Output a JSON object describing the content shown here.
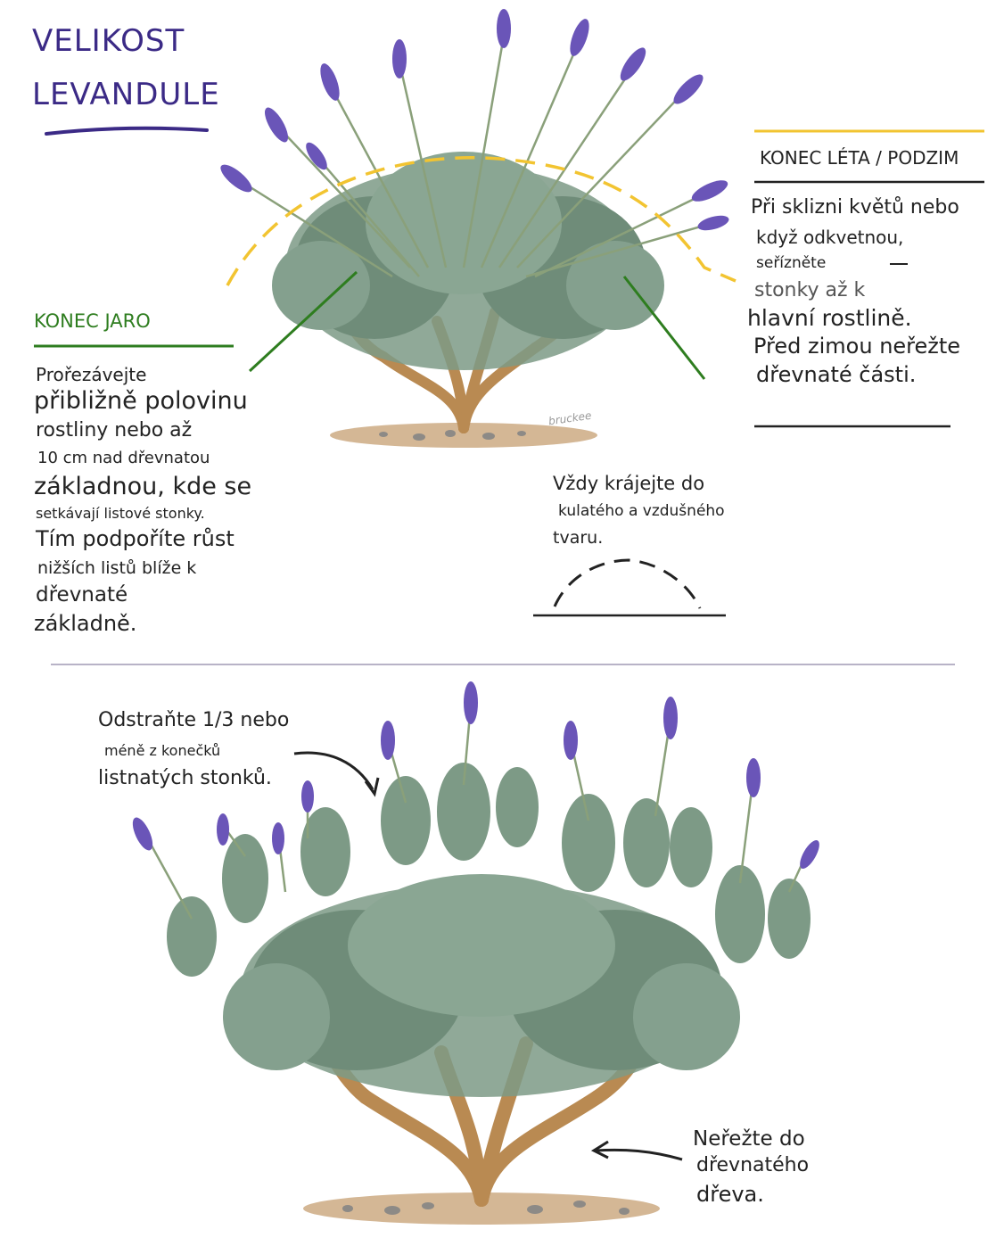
{
  "title": {
    "line1": "VELIKOST",
    "line2": "LEVANDULE"
  },
  "left_section": {
    "heading": "KONEC JARO",
    "lines": [
      "Prořezávejte",
      "přibližně polovinu",
      "rostliny nebo až",
      "10 cm nad dřevnatou",
      "základnou, kde se",
      "setkávají listové stonky.",
      "Tím podpoříte růst",
      "nižších listů blíže k",
      "dřevnaté",
      "základně."
    ]
  },
  "right_section": {
    "heading": "KONEC LÉTA / PODZIM",
    "lines": [
      "Při sklizni květů nebo",
      "když odkvetnou,",
      "seřízněte",
      "stonky až k",
      "hlavní rostlině.",
      "Před zimou neřežte",
      "dřevnaté části."
    ]
  },
  "shape_note": {
    "lines": [
      "Vždy krájejte do",
      "kulatého a vzdušného",
      "tvaru."
    ]
  },
  "tips_note": {
    "lines": [
      "Odstraňte 1/3 nebo",
      "méně z konečků",
      "listnatých stonků."
    ]
  },
  "wood_note": {
    "lines": [
      "Neřežte do",
      "dřevnatého",
      "dřeva."
    ]
  },
  "signature": "bruckee",
  "colors": {
    "title": "#3b2a86",
    "spring_green": "#2e7d1f",
    "autumn_yellow": "#f2c431",
    "lavender": "#6a55b8",
    "foliage": "#7d9a86",
    "wood": "#b98a52",
    "divider": "#b8b3c7"
  }
}
